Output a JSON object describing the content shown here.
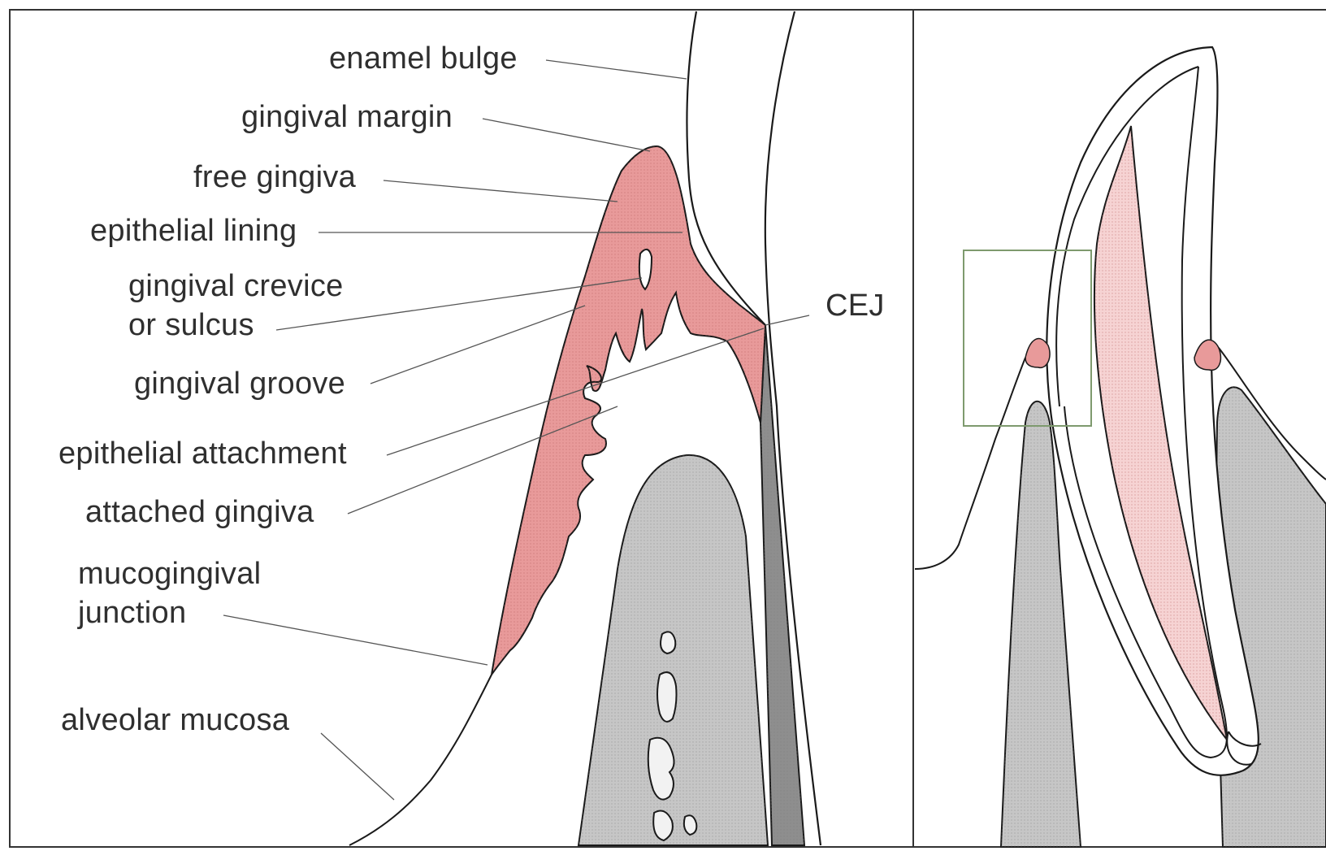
{
  "labels": {
    "enamel_bulge": "enamel bulge",
    "gingival_margin": "gingival margin",
    "free_gingiva": "free gingiva",
    "epithelial_lining": "epithelial lining",
    "gingival_crevice_line1": "gingival crevice",
    "gingival_crevice_line2": "or sulcus",
    "gingival_groove": "gingival groove",
    "epithelial_attachment": "epithelial attachment",
    "attached_gingiva": "attached gingiva",
    "mucogingival_line1": "mucogingival",
    "mucogingival_line2": "junction",
    "alveolar_mucosa": "alveolar mucosa",
    "cej": "CEJ"
  },
  "colors": {
    "gingiva": "#e89a9a",
    "gingiva_light": "#f6d3d3",
    "bone": "#c6c6c6",
    "cementum": "#8e8e8e",
    "outline": "#1a1a1a",
    "leader": "#555555",
    "frame": "#333333",
    "inset_box": "#7e9a6e"
  }
}
